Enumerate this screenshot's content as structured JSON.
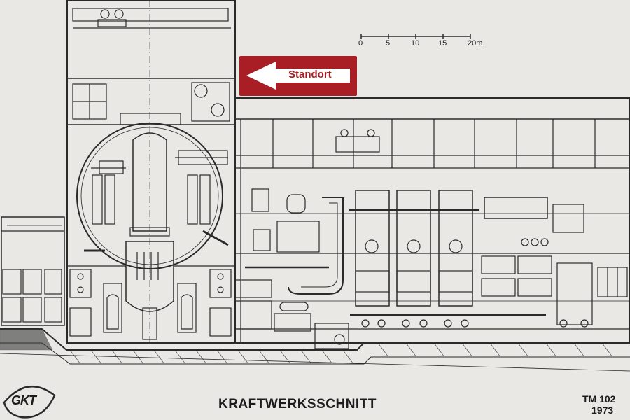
{
  "title": "KRAFTWERKSSCHNITT",
  "drawing_number": "TM 102",
  "year": "1973",
  "sign": {
    "label": "Standort",
    "color": "#a81e24"
  },
  "logo": "GKT",
  "scale": {
    "ticks": [
      "0",
      "5",
      "10",
      "15",
      "20m"
    ]
  }
}
